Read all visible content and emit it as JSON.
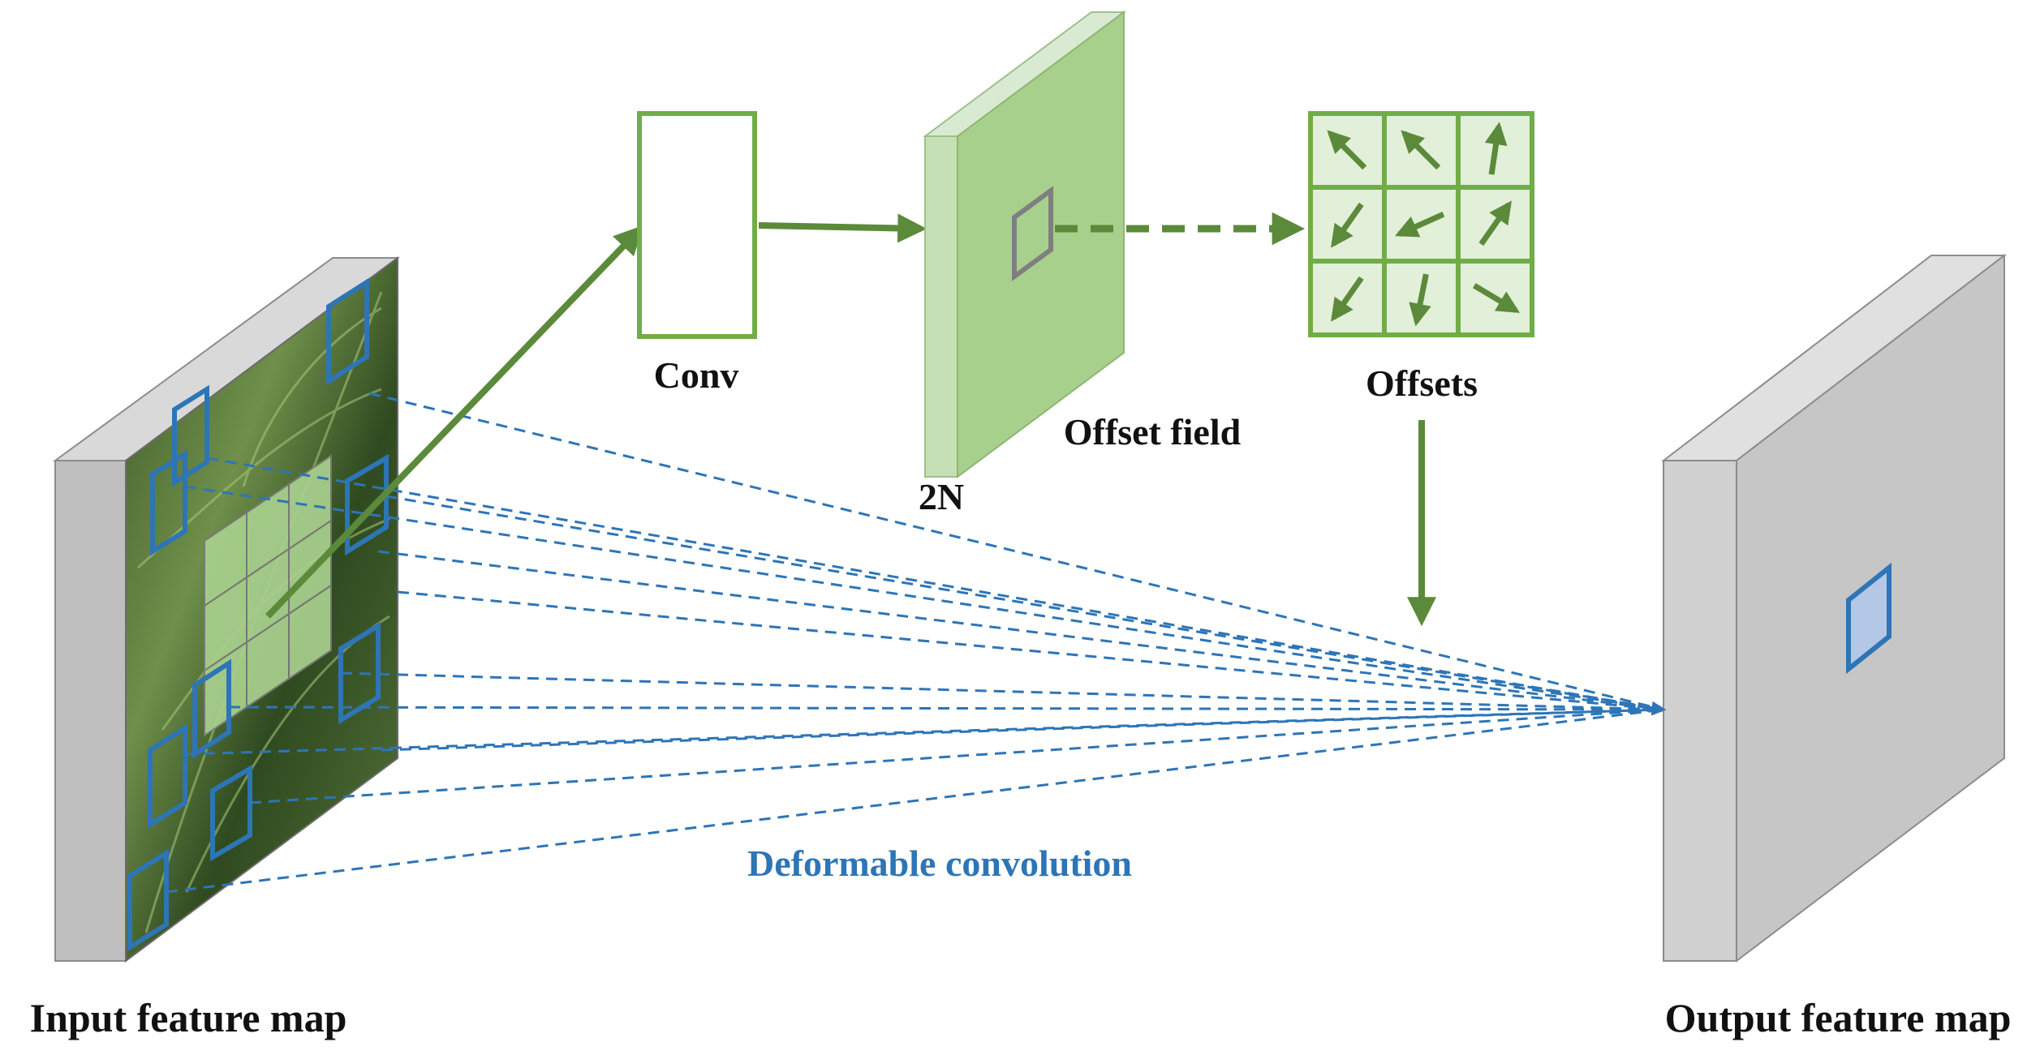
{
  "labels": {
    "conv": "Conv",
    "offset_field": "Offset field",
    "channels": "2N",
    "offsets": "Offsets",
    "deformable": "Deformable convolution",
    "input": "Input feature map",
    "output": "Output feature map"
  },
  "colors": {
    "green_dark": "#5b8a3a",
    "green_light": "#a8d08d",
    "green_pale": "#e2efd9",
    "blue": "#2e75b6",
    "gray_face": "#c9c9c9",
    "gray_side": "#a6a6a6",
    "label_blue": "#2e75b6"
  },
  "offsets_grid": [
    [
      "arrow-up-left",
      "arrow-up-left",
      "arrow-up"
    ],
    [
      "arrow-down-left",
      "arrow-left",
      "arrow-up-right"
    ],
    [
      "arrow-down-left",
      "arrow-down",
      "arrow-down-right"
    ]
  ]
}
